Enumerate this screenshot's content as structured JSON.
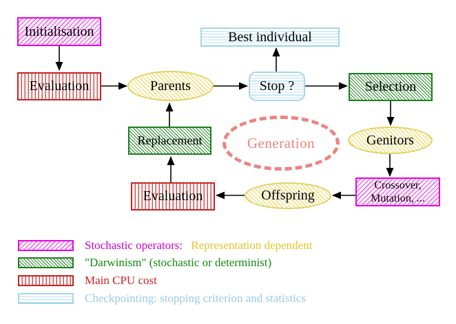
{
  "diagram": {
    "title_hint": "Evolutionary algorithm generation loop",
    "nodes": {
      "initialisation": {
        "label": "Initialisation",
        "pattern": "magenta-diagonal"
      },
      "evaluation_top": {
        "label": "Evaluation",
        "pattern": "red-vertical"
      },
      "parents": {
        "label": "Parents",
        "pattern": "yellow-diagonal"
      },
      "best_individual": {
        "label": "Best individual",
        "pattern": "cyan-horizontal"
      },
      "stop": {
        "label": "Stop ?",
        "pattern": "cyan-horizontal"
      },
      "selection": {
        "label": "Selection",
        "pattern": "green-diagonal"
      },
      "genitors": {
        "label": "Genitors",
        "pattern": "yellow-diagonal"
      },
      "crossover_mutation": {
        "lines": [
          "Crossover,",
          "Mutation, ..."
        ],
        "pattern": "magenta-diagonal"
      },
      "offspring": {
        "label": "Offspring",
        "pattern": "yellow-diagonal"
      },
      "evaluation_bottom": {
        "label": "Evaluation",
        "pattern": "red-vertical"
      },
      "replacement": {
        "label": "Replacement",
        "pattern": "green-diagonal"
      },
      "generation": {
        "label": "Generation",
        "style": "dashed-ellipse"
      }
    },
    "edges": [
      {
        "from": "initialisation",
        "to": "evaluation_top"
      },
      {
        "from": "evaluation_top",
        "to": "parents"
      },
      {
        "from": "parents",
        "to": "stop"
      },
      {
        "from": "stop",
        "to": "best_individual"
      },
      {
        "from": "stop",
        "to": "selection"
      },
      {
        "from": "selection",
        "to": "genitors"
      },
      {
        "from": "genitors",
        "to": "crossover_mutation"
      },
      {
        "from": "crossover_mutation",
        "to": "offspring"
      },
      {
        "from": "offspring",
        "to": "evaluation_bottom"
      },
      {
        "from": "evaluation_bottom",
        "to": "replacement"
      },
      {
        "from": "replacement",
        "to": "parents"
      }
    ],
    "legend": {
      "items": [
        {
          "pattern": "magenta-diagonal",
          "text": "Stochastic operators:",
          "text2": "Representation dependent"
        },
        {
          "pattern": "green-diagonal",
          "text": "\"Darwinism\" (stochastic or determinist)",
          "text2": ""
        },
        {
          "pattern": "red-vertical",
          "text": "Main CPU cost",
          "text2": ""
        },
        {
          "pattern": "cyan-horizontal",
          "text": "Checkpointing: stopping criterion and statistics",
          "text2": ""
        }
      ]
    },
    "colors": {
      "magenta": "#e303e3",
      "magenta_text": "#cc00cc",
      "gold_text": "#e6c32a",
      "green": "#1f7d1f",
      "green_text": "#118a11",
      "red": "#c32323",
      "red_text": "#cc2222",
      "cyan": "#a6d6e8",
      "cyan_text": "#9acbe6",
      "yellow": "#e2d163",
      "salmon": "#ee8282",
      "arrow": "#000000",
      "background": "#ffffff"
    }
  }
}
